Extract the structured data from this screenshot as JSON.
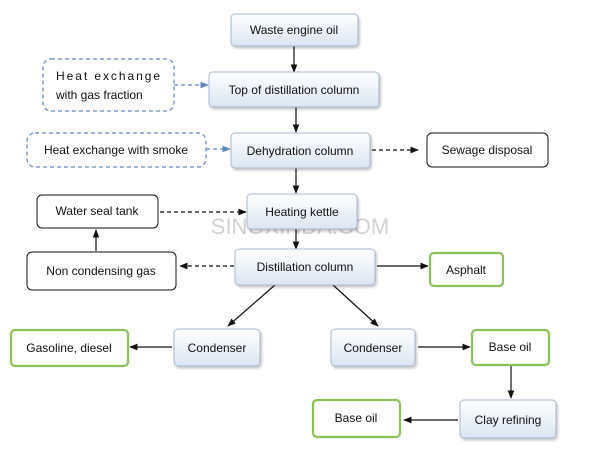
{
  "diagram": {
    "watermark": "SINOXINDA.COM",
    "colors": {
      "blue_border": "#a8b8cf",
      "blue_fill_top": "#ffffff",
      "blue_fill_bottom": "#dde7f3",
      "dashed_blue_border": "#5f86bf",
      "green_border": "#8cc05a",
      "black_border": "#111111",
      "dashed_blue_arrow": "#5f86bf",
      "arrow": "#111111"
    },
    "nodes": {
      "waste_engine_oil": "Waste engine oil",
      "top_of_distillation_column": "Top of distillation column",
      "heat_exchange_gas_fraction_line1": "Heat exchange",
      "heat_exchange_gas_fraction_line2": "with gas fraction",
      "heat_exchange_with_smoke": "Heat exchange with smoke",
      "dehydration_column": "Dehydration column",
      "sewage_disposal": "Sewage disposal",
      "water_seal_tank": "Water seal tank",
      "heating_kettle": "Heating kettle",
      "non_condensing_gas": "Non condensing gas",
      "distillation_column": "Distillation column",
      "asphalt": "Asphalt",
      "gasoline_diesel": "Gasoline, diesel",
      "condenser_left": "Condenser",
      "condenser_right": "Condenser",
      "base_oil_top": "Base oil",
      "clay_refining": "Clay refining",
      "base_oil_bottom": "Base oil"
    }
  }
}
